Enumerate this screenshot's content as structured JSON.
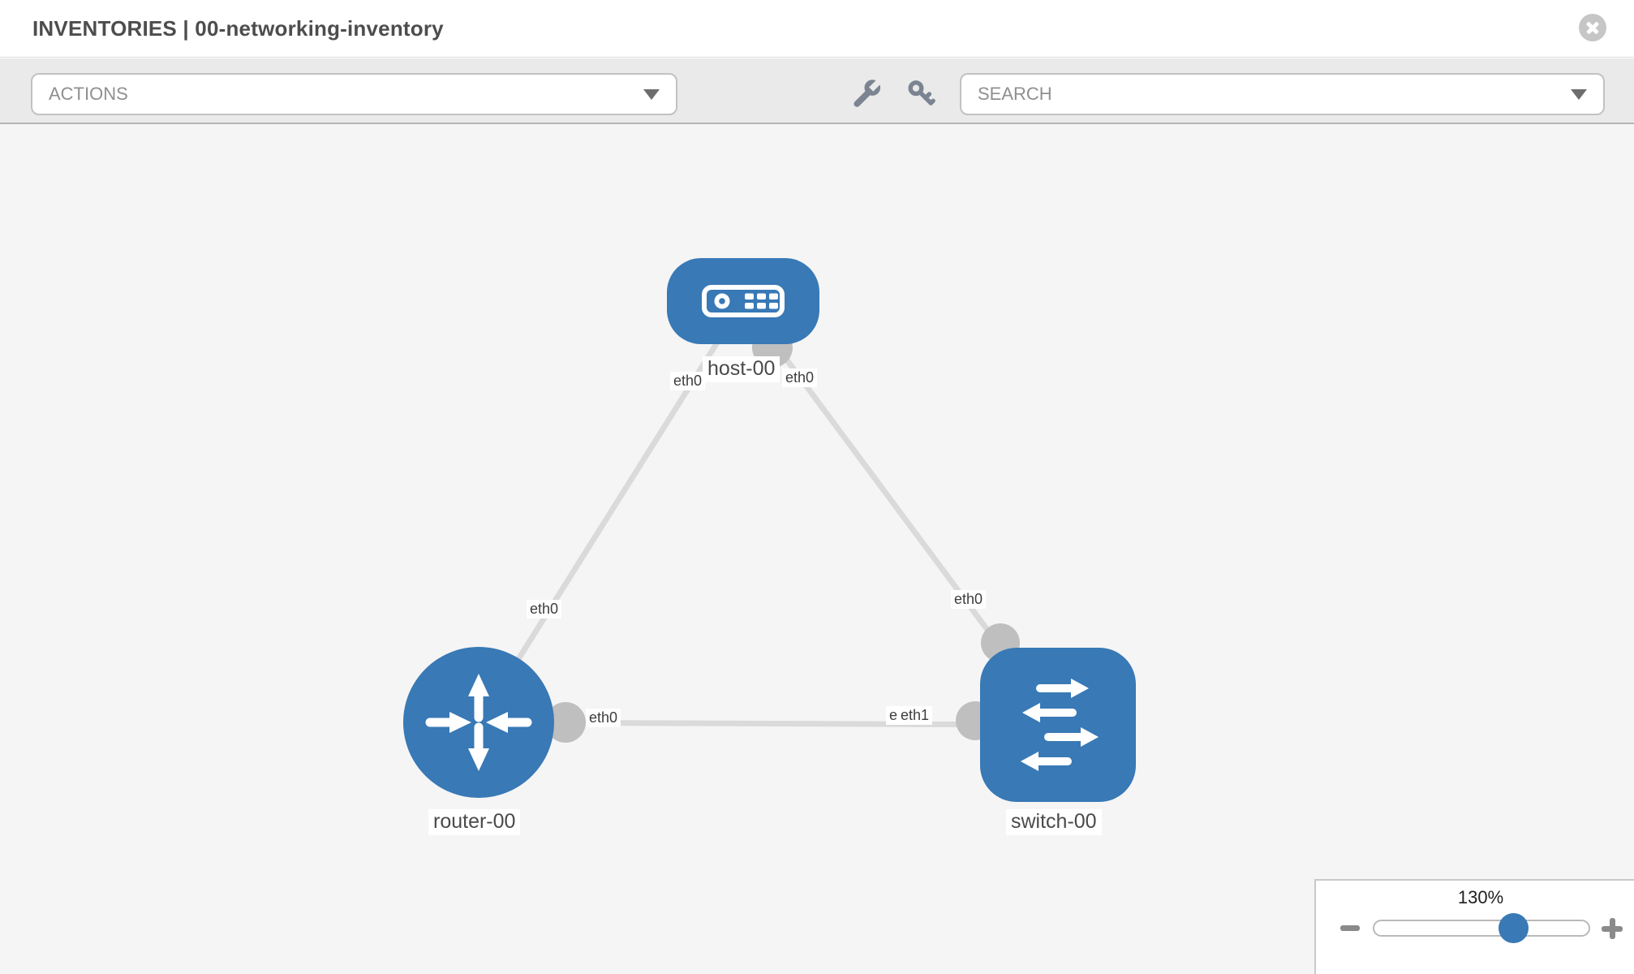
{
  "header": {
    "title": "INVENTORIES | 00-networking-inventory"
  },
  "toolbar": {
    "actions_dropdown": {
      "label": "ACTIONS"
    },
    "search_dropdown": {
      "placeholder": "SEARCH"
    },
    "icons": [
      "wrench-icon",
      "key-icon"
    ]
  },
  "topology": {
    "nodes": [
      {
        "id": "host-00",
        "label": "host-00",
        "type": "host",
        "icon": "server-icon"
      },
      {
        "id": "router-00",
        "label": "router-00",
        "type": "router",
        "icon": "router-arrows-icon"
      },
      {
        "id": "switch-00",
        "label": "switch-00",
        "type": "switch",
        "icon": "switch-arrows-icon"
      }
    ],
    "links": [
      {
        "from": "host-00",
        "to": "router-00",
        "from_label": "eth0",
        "to_label": "eth0"
      },
      {
        "from": "host-00",
        "to": "switch-00",
        "from_label": "eth0",
        "to_label": "eth0"
      },
      {
        "from": "router-00",
        "to": "switch-00",
        "from_label": "eth0",
        "to_label": "eth1",
        "to_label_overlap": "eth1"
      }
    ]
  },
  "zoom_control": {
    "value": "130%"
  },
  "colors": {
    "node_blue": "#3879b6",
    "link_gray": "#dadada",
    "port_gray": "#bfbfbf",
    "header_text": "#4d4d4d"
  }
}
